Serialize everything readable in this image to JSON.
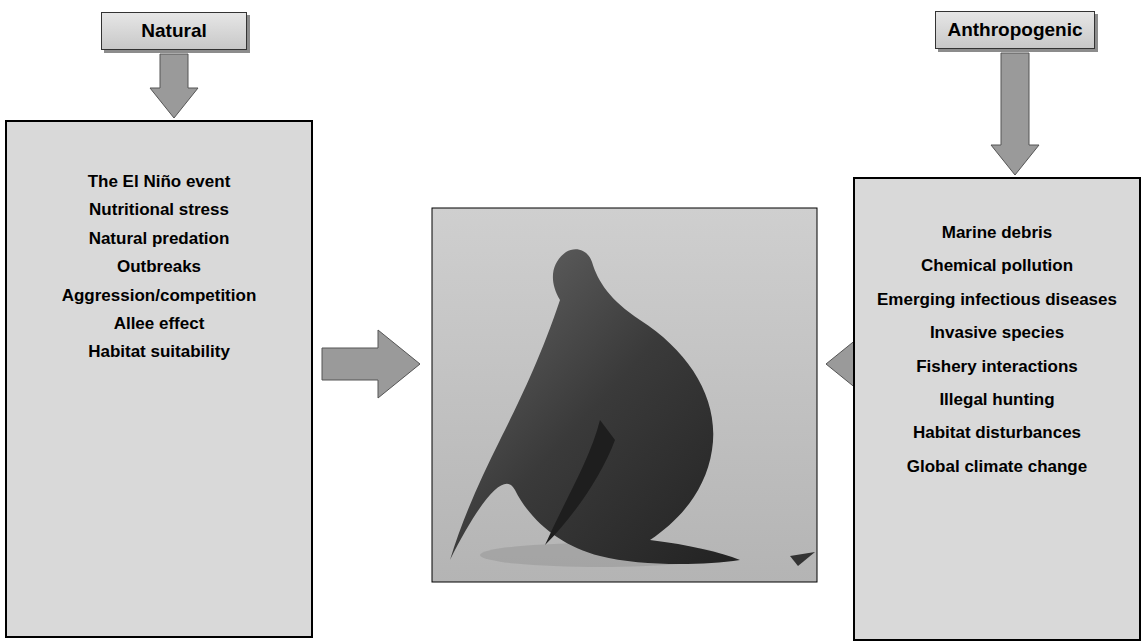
{
  "diagram": {
    "nodes": [
      {
        "text": [
          "Natural"
        ]
      },
      {
        "text": [
          "Anthropogenic"
        ]
      },
      {
        "text": [
          "The El Niño event",
          "Nutritional stress",
          "Natural predation",
          "Outbreaks",
          "Aggression/competition",
          "Allee effect",
          "Habitat suitability"
        ]
      },
      {
        "text": [
          "Marine debris",
          "Chemical pollution",
          "Emerging infectious diseases",
          "Invasive species",
          "Fishery interactions",
          "Illegal hunting",
          "Habitat disturbances",
          "Global climate change"
        ]
      }
    ],
    "edges": [
      {
        "from": 0,
        "to": 2,
        "arrow": "to"
      },
      {
        "from": 1,
        "to": 3,
        "arrow": "to"
      }
    ]
  }
}
